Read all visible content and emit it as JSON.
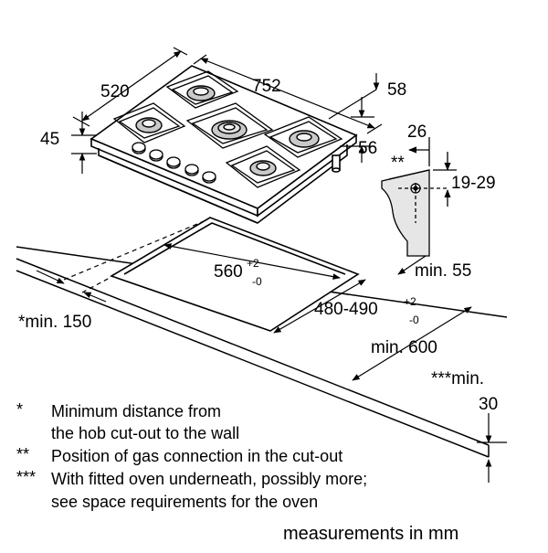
{
  "dimensions": {
    "hob_depth": "520",
    "hob_width": "752",
    "rear_offset": "58",
    "hob_height": "45",
    "front_offset": "56",
    "gas_offset": "26",
    "gas_marker": "**",
    "gas_depth_range": "19-29",
    "cutout_width": "560",
    "cutout_width_tol_plus": "+2",
    "cutout_width_tol_minus": "-0",
    "cutout_depth": "480-490",
    "cutout_depth_tol_plus": "+2",
    "cutout_depth_tol_minus": "-0",
    "min_rear": "min. 55",
    "min_wall": "*min. 150",
    "min_worktop": "min. 600",
    "min_oven": "***min.",
    "min_oven_value": "30"
  },
  "notes": [
    {
      "marker": "*",
      "line1": "Minimum distance from",
      "line2": "the hob cut-out to the wall"
    },
    {
      "marker": "**",
      "line1": "Position of gas connection in the cut-out"
    },
    {
      "marker": "***",
      "line1": "With fitted oven underneath, possibly more;",
      "line2": "see space requirements for the oven"
    }
  ],
  "footer": "measurements in mm"
}
